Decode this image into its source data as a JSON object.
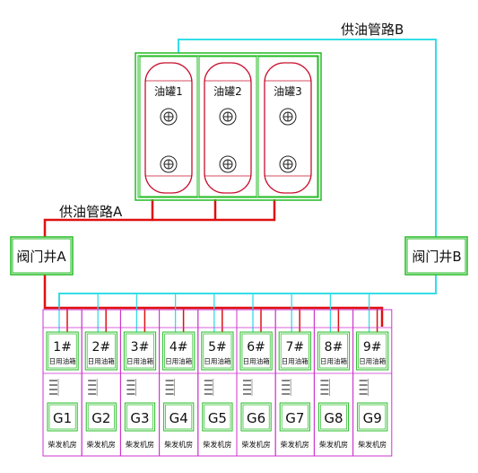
{
  "pipe_labels": {
    "supply_b": "供油管路B",
    "supply_a": "供油管路A"
  },
  "valve_wells": {
    "a": "阀门井A",
    "b": "阀门井B"
  },
  "tanks": [
    {
      "label": "油罐1"
    },
    {
      "label": "油罐2"
    },
    {
      "label": "油罐3"
    }
  ],
  "rooms": [
    {
      "tank_no": "1#",
      "tank_label": "日用油箱",
      "gen": "G1",
      "room_label": "柴发机房"
    },
    {
      "tank_no": "2#",
      "tank_label": "日用油箱",
      "gen": "G2",
      "room_label": "柴发机房"
    },
    {
      "tank_no": "3#",
      "tank_label": "日用油箱",
      "gen": "G3",
      "room_label": "柴发机房"
    },
    {
      "tank_no": "4#",
      "tank_label": "日用油箱",
      "gen": "G4",
      "room_label": "柴发机房"
    },
    {
      "tank_no": "5#",
      "tank_label": "日用油箱",
      "gen": "G5",
      "room_label": "柴发机房"
    },
    {
      "tank_no": "6#",
      "tank_label": "日用油箱",
      "gen": "G6",
      "room_label": "柴发机房"
    },
    {
      "tank_no": "7#",
      "tank_label": "日用油箱",
      "gen": "G7",
      "room_label": "柴发机房"
    },
    {
      "tank_no": "8#",
      "tank_label": "日用油箱",
      "gen": "G8",
      "room_label": "柴发机房"
    },
    {
      "tank_no": "9#",
      "tank_label": "日用油箱",
      "gen": "G9",
      "room_label": "柴发机房"
    }
  ],
  "colors": {
    "pipe_a": "#e01010",
    "pipe_b": "#33dde6",
    "tank_outline": "#c8102e",
    "tank_frame": "#22bb22",
    "room_frame": "#cc33cc",
    "box_outline": "#22bb22"
  }
}
